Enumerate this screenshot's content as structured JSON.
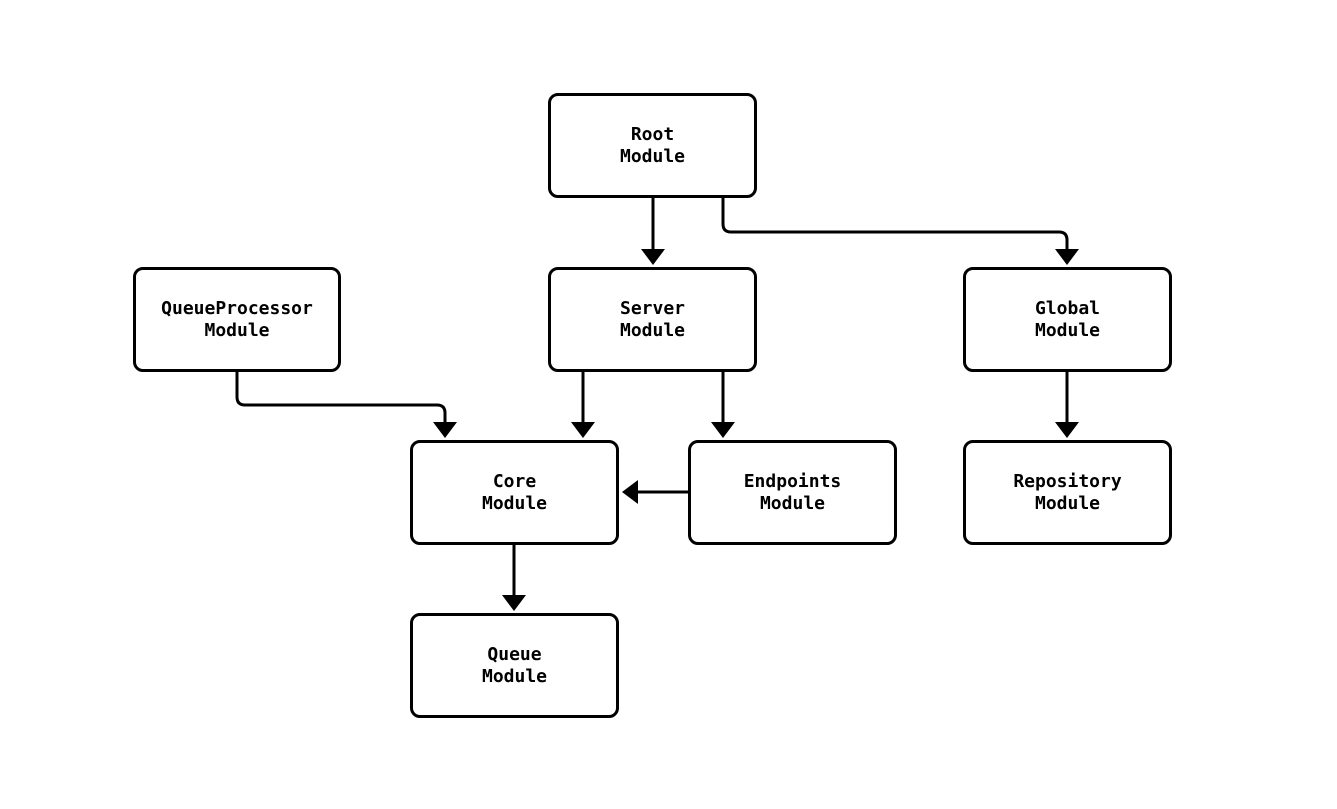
{
  "diagram": {
    "type": "flowchart",
    "colors": {
      "background": "#ffffff",
      "node_fill": "#ffffff",
      "line": "#000000",
      "text": "#000000"
    },
    "nodes": [
      {
        "id": "root",
        "label": "Root\nModule"
      },
      {
        "id": "queueprocessor",
        "label": "QueueProcessor\nModule"
      },
      {
        "id": "server",
        "label": "Server\nModule"
      },
      {
        "id": "global",
        "label": "Global\nModule"
      },
      {
        "id": "core",
        "label": "Core\nModule"
      },
      {
        "id": "endpoints",
        "label": "Endpoints\nModule"
      },
      {
        "id": "repository",
        "label": "Repository\nModule"
      },
      {
        "id": "queue",
        "label": "Queue\nModule"
      }
    ],
    "edges": [
      {
        "from": "root",
        "to": "server"
      },
      {
        "from": "root",
        "to": "global"
      },
      {
        "from": "queueprocessor",
        "to": "core"
      },
      {
        "from": "server",
        "to": "core"
      },
      {
        "from": "server",
        "to": "endpoints"
      },
      {
        "from": "endpoints",
        "to": "core"
      },
      {
        "from": "global",
        "to": "repository"
      },
      {
        "from": "core",
        "to": "queue"
      }
    ]
  }
}
